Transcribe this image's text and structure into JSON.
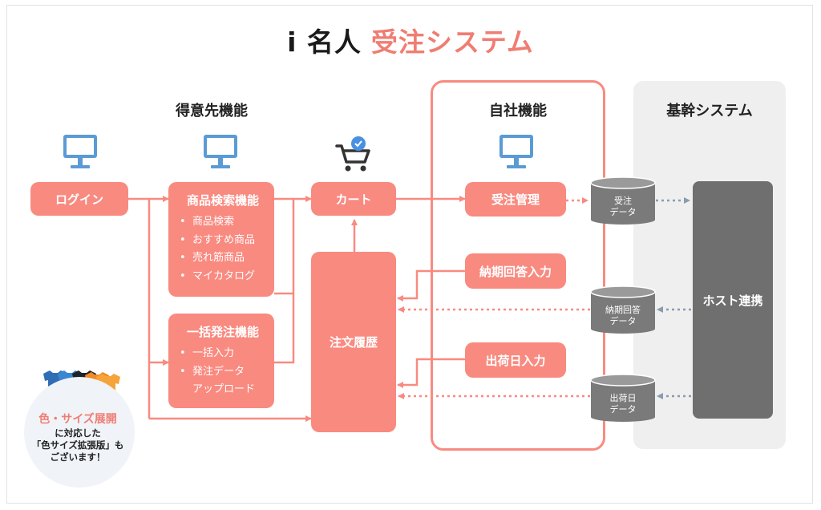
{
  "title": {
    "part1": "i 名人",
    "part2": "受注システム"
  },
  "sections": {
    "customer": "得意先機能",
    "self": "自社機能",
    "core": "基幹システム"
  },
  "boxes": {
    "login": "ログイン",
    "search": {
      "heading": "商品検索機能",
      "items": [
        "商品検索",
        "おすすめ商品",
        "売れ筋商品",
        "マイカタログ"
      ]
    },
    "bulk": {
      "heading": "一括発注機能",
      "items": [
        "一括入力",
        "発注データ"
      ],
      "item_cont": "アップロード"
    },
    "cart": "カート",
    "history": "注文履歴",
    "order_mgmt": "受注管理",
    "delivery_reply": "納期回答入力",
    "shipping_date": "出荷日入力",
    "host": "ホスト連携"
  },
  "databases": {
    "order_data": {
      "line1": "受注",
      "line2": "データ"
    },
    "reply_data": {
      "line1": "納期回答",
      "line2": "データ"
    },
    "ship_data": {
      "line1": "出荷日",
      "line2": "データ"
    }
  },
  "promo": {
    "highlight": "色・サイズ展開",
    "line1": "に対応した",
    "line2": "「色サイズ拡張版」も",
    "line3": "ございます！"
  },
  "colors": {
    "accent": "#f98a80",
    "db": "#7a7a7a",
    "host": "#6f6f6f",
    "monitor": "#5b9bd5",
    "dotted_link": "#8a9bb0"
  },
  "icons": [
    "monitor-icon",
    "cart-check-icon",
    "database-icon",
    "tshirt-icon"
  ]
}
